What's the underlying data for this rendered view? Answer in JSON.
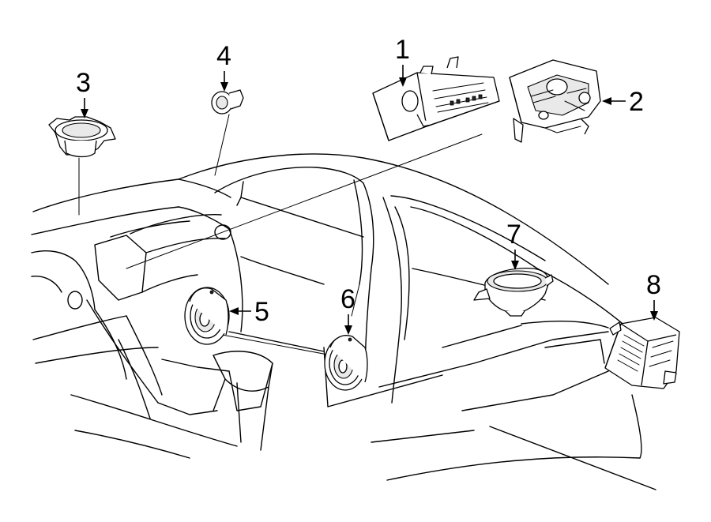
{
  "callouts": [
    {
      "number": "1",
      "part": "radio-receiver"
    },
    {
      "number": "2",
      "part": "control-panel"
    },
    {
      "number": "3",
      "part": "dash-speaker"
    },
    {
      "number": "4",
      "part": "tweeter"
    },
    {
      "number": "5",
      "part": "front-door-speaker"
    },
    {
      "number": "6",
      "part": "rear-door-speaker"
    },
    {
      "number": "7",
      "part": "rear-shelf-speaker"
    },
    {
      "number": "8",
      "part": "amplifier"
    }
  ],
  "colors": {
    "line": "#000000",
    "background": "#ffffff"
  }
}
